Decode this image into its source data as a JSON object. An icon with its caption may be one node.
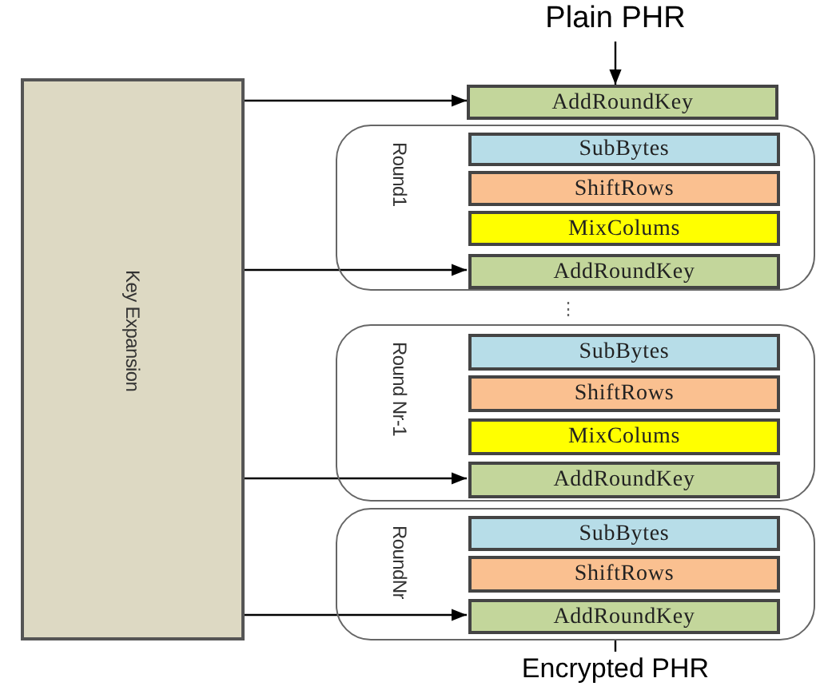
{
  "diagram": {
    "nodes": [
      {
        "text": [
          "Plain PHR"
        ]
      },
      {
        "text": [
          "Key Expansion"
        ]
      },
      {
        "text": [
          "AddRoundKey"
        ]
      },
      {
        "text": [
          "Round1"
        ]
      },
      {
        "text": [
          "SubBytes"
        ],
        "in": 3
      },
      {
        "text": [
          "ShiftRows"
        ],
        "in": 3
      },
      {
        "text": [
          "MixColums"
        ],
        "in": 3
      },
      {
        "text": [
          "AddRoundKey"
        ],
        "in": 3
      },
      {
        "text": [
          "Round Nr-1"
        ]
      },
      {
        "text": [
          "SubBytes"
        ],
        "in": 8
      },
      {
        "text": [
          "ShiftRows"
        ],
        "in": 8
      },
      {
        "text": [
          "MixColums"
        ],
        "in": 8
      },
      {
        "text": [
          "AddRoundKey"
        ],
        "in": 8
      },
      {
        "text": [
          "RoundNr"
        ]
      },
      {
        "text": [
          "SubBytes"
        ],
        "in": 13
      },
      {
        "text": [
          "ShiftRows"
        ],
        "in": 13
      },
      {
        "text": [
          "AddRoundKey"
        ],
        "in": 13
      },
      {
        "text": [
          "Encrypted PHR"
        ]
      }
    ],
    "edges": [
      {
        "from": 0,
        "to": 2,
        "arrow": "to"
      },
      {
        "from": 1,
        "to": 2,
        "arrow": "to"
      },
      {
        "from": 1,
        "to": 7,
        "arrow": "to"
      },
      {
        "from": 1,
        "to": 12,
        "arrow": "to"
      },
      {
        "from": 1,
        "to": 16,
        "arrow": "to"
      },
      {
        "from": 13,
        "to": 17,
        "arrow": "none"
      }
    ],
    "labels": [
      "⋮"
    ]
  }
}
